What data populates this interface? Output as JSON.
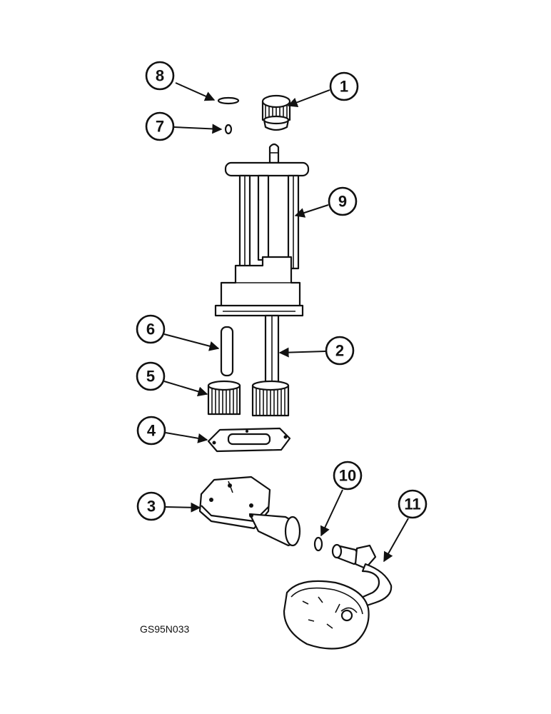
{
  "figure_code": "GS95N033",
  "callouts": {
    "c1": "1",
    "c2": "2",
    "c3": "3",
    "c4": "4",
    "c5": "5",
    "c6": "6",
    "c7": "7",
    "c8": "8",
    "c9": "9",
    "c10": "10",
    "c11": "11"
  }
}
